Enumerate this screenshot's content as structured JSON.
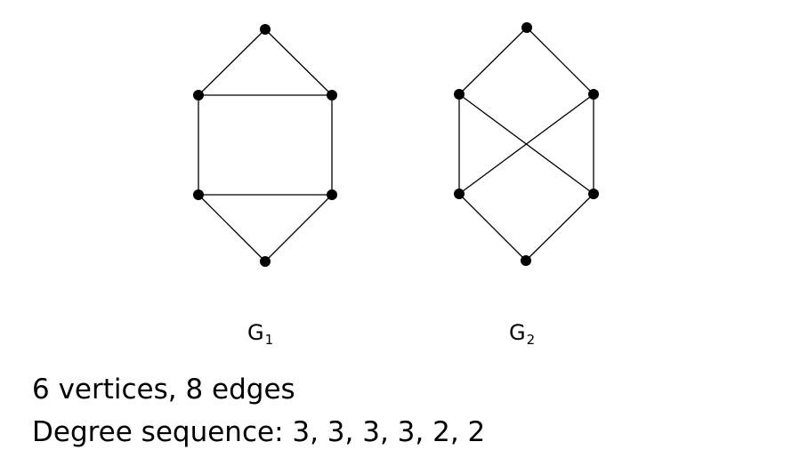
{
  "graphs": [
    {
      "name": "G",
      "subscript": "1",
      "vertices": [
        "top",
        "upper-left",
        "upper-right",
        "lower-left",
        "lower-right",
        "bottom"
      ],
      "edges": [
        [
          "top",
          "upper-left"
        ],
        [
          "top",
          "upper-right"
        ],
        [
          "upper-left",
          "upper-right"
        ],
        [
          "upper-left",
          "lower-left"
        ],
        [
          "upper-right",
          "lower-right"
        ],
        [
          "lower-left",
          "lower-right"
        ],
        [
          "lower-left",
          "bottom"
        ],
        [
          "lower-right",
          "bottom"
        ]
      ]
    },
    {
      "name": "G",
      "subscript": "2",
      "vertices": [
        "top",
        "upper-left",
        "upper-right",
        "lower-left",
        "lower-right",
        "bottom"
      ],
      "edges": [
        [
          "top",
          "upper-left"
        ],
        [
          "top",
          "upper-right"
        ],
        [
          "upper-left",
          "lower-left"
        ],
        [
          "upper-right",
          "lower-right"
        ],
        [
          "upper-left",
          "lower-right"
        ],
        [
          "upper-right",
          "lower-left"
        ],
        [
          "lower-left",
          "bottom"
        ],
        [
          "lower-right",
          "bottom"
        ]
      ]
    }
  ],
  "caption": {
    "line1": "6 vertices, 8 edges",
    "line2": "Degree sequence: 3, 3, 3, 3, 2, 2"
  },
  "colors": {
    "edge": "#000000",
    "vertex": "#000000",
    "background": "#ffffff"
  }
}
